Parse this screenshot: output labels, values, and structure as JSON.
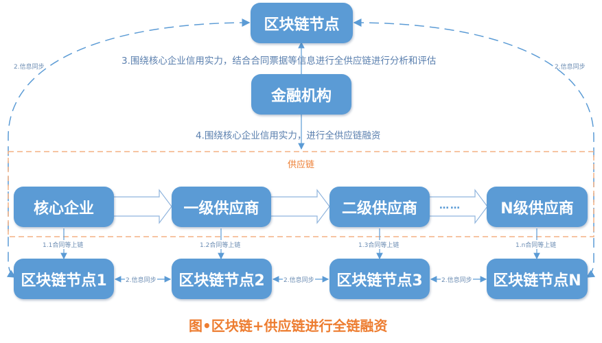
{
  "top_node": {
    "label": "区块链节点"
  },
  "finance_node": {
    "label": "金融机构"
  },
  "labels": {
    "step3": "3.围绕核心企业信用实力，结合合同票据等信息进行全供应链进行分析和评估",
    "step4": "4.围绕核心企业信用实力，进行全供应链融资",
    "sync_left": "2.信息同步",
    "sync_right": "2.信息同步"
  },
  "supply_chain": {
    "label": "供应链",
    "nodes": [
      {
        "label": "核心企业"
      },
      {
        "label": "一级供应商"
      },
      {
        "label": "二级供应商"
      },
      {
        "label": "N级供应商"
      }
    ],
    "ellipsis": "……"
  },
  "uplink_labels": [
    "1.1合同等上链",
    "1.2合同等上链",
    "1.3合同等上链",
    "1.n合同等上链"
  ],
  "blockchain_nodes": [
    {
      "label": "区块链节点1"
    },
    {
      "label": "区块链节点2"
    },
    {
      "label": "区块链节点3"
    },
    {
      "label": "区块链节点N"
    }
  ],
  "sync_between": [
    "2.信息同步",
    "2.信息同步",
    "2.信息同步"
  ],
  "caption": "图•区块链+供应链进行全链融资",
  "colors": {
    "node": "#5b9bd5",
    "accent": "#ed7d31",
    "line": "#5b9bd5"
  }
}
